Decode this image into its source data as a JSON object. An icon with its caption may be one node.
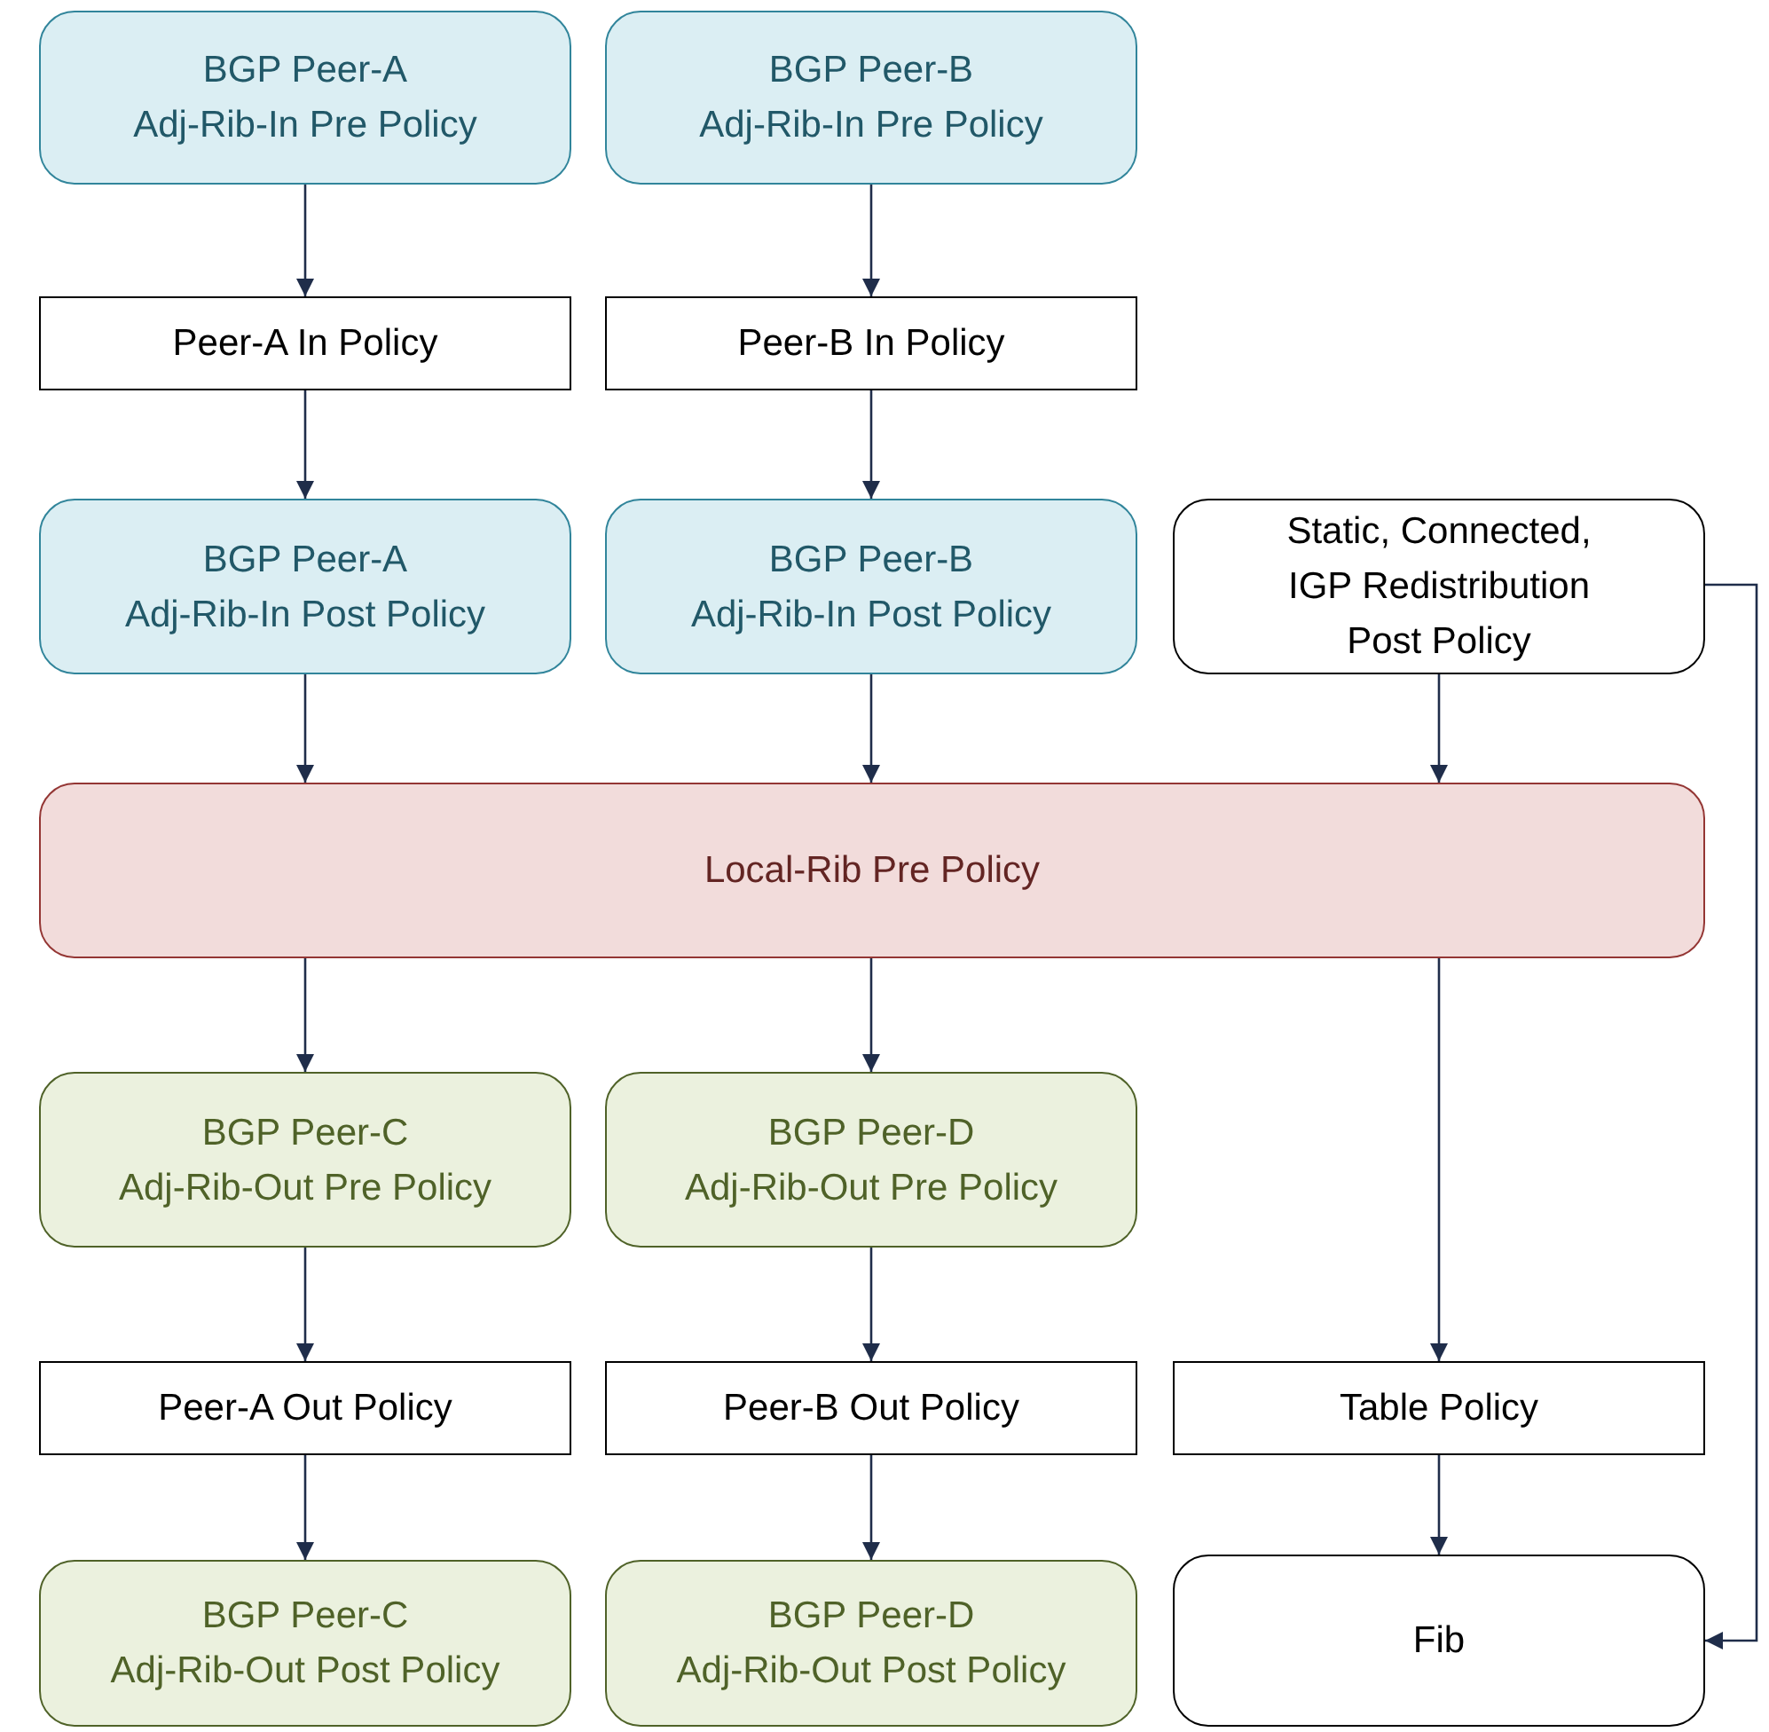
{
  "diagram": {
    "nodes": [
      {
        "text": [
          "BGP Peer-A",
          "Adj-Rib-In Pre Policy"
        ]
      },
      {
        "text": [
          "BGP Peer-B",
          "Adj-Rib-In Pre Policy"
        ]
      },
      {
        "text": [
          "Peer-A In Policy"
        ]
      },
      {
        "text": [
          "Peer-B In Policy"
        ]
      },
      {
        "text": [
          "BGP Peer-A",
          "Adj-Rib-In Post Policy"
        ]
      },
      {
        "text": [
          "BGP Peer-B",
          "Adj-Rib-In Post Policy"
        ]
      },
      {
        "text": [
          "Static, Connected, IGP Redistribution Post Policy"
        ]
      },
      {
        "text": [
          "Local-Rib Pre Policy"
        ]
      },
      {
        "text": [
          "BGP Peer-C",
          "Adj-Rib-Out Pre Policy"
        ]
      },
      {
        "text": [
          "BGP Peer-D",
          "Adj-Rib-Out Pre Policy"
        ]
      },
      {
        "text": [
          "Peer-A Out Policy"
        ]
      },
      {
        "text": [
          "Peer-B Out Policy"
        ]
      },
      {
        "text": [
          "Table Policy"
        ]
      },
      {
        "text": [
          "BGP Peer-C",
          "Adj-Rib-Out Post Policy"
        ]
      },
      {
        "text": [
          "BGP Peer-D",
          "Adj-Rib-Out Post Policy"
        ]
      },
      {
        "text": [
          "Fib"
        ]
      }
    ],
    "edges": [
      {
        "from": 0,
        "to": 2,
        "arrow": "to"
      },
      {
        "from": 2,
        "to": 4,
        "arrow": "to"
      },
      {
        "from": 1,
        "to": 3,
        "arrow": "to"
      },
      {
        "from": 3,
        "to": 5,
        "arrow": "to"
      },
      {
        "from": 4,
        "to": 7,
        "arrow": "to"
      },
      {
        "from": 5,
        "to": 7,
        "arrow": "to"
      },
      {
        "from": 6,
        "to": 7,
        "arrow": "to"
      },
      {
        "from": 7,
        "to": 8,
        "arrow": "to"
      },
      {
        "from": 7,
        "to": 9,
        "arrow": "to"
      },
      {
        "from": 7,
        "to": 12,
        "arrow": "to"
      },
      {
        "from": 8,
        "to": 10,
        "arrow": "to"
      },
      {
        "from": 10,
        "to": 13,
        "arrow": "to"
      },
      {
        "from": 9,
        "to": 11,
        "arrow": "to"
      },
      {
        "from": 11,
        "to": 14,
        "arrow": "to"
      },
      {
        "from": 12,
        "to": 15,
        "arrow": "to"
      },
      {
        "from": 6,
        "to": 15,
        "arrow": "to"
      }
    ]
  }
}
